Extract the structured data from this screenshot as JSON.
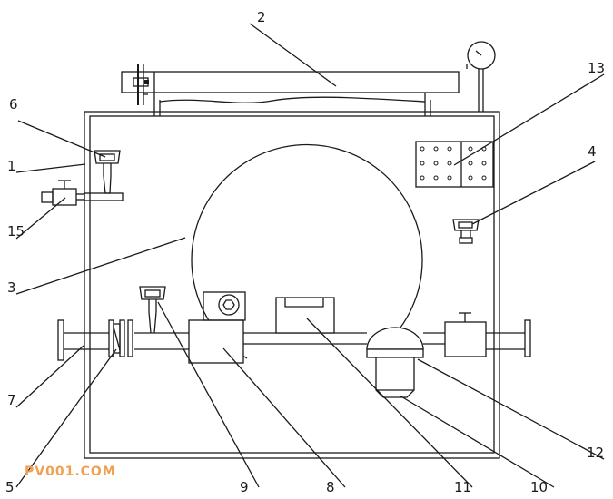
{
  "labels": {
    "l1": "1",
    "l2": "2",
    "l3": "3",
    "l4": "4",
    "l5": "5",
    "l6": "6",
    "l7": "7",
    "l8": "8",
    "l9": "9",
    "l10": "10",
    "l11": "11",
    "l12": "12",
    "l13": "13",
    "l15": "15"
  },
  "watermark": "PV001.COM"
}
